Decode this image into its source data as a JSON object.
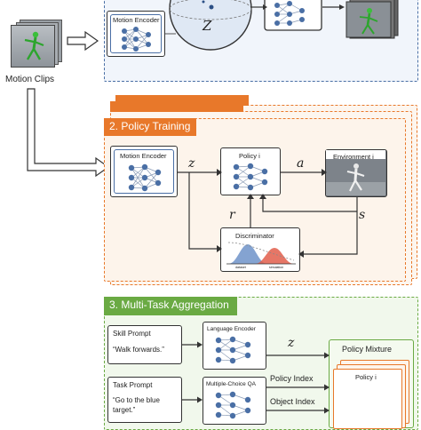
{
  "motion_clips_label": "Motion Clips",
  "section1": {
    "motion_encoder": "Motion Encoder",
    "latent_symbol": "Ζ"
  },
  "section2": {
    "title": "2. Policy Training",
    "motion_encoder": "Motion Encoder",
    "policy": "Policy i",
    "environment": "Environment i",
    "discriminator": "Discriminator",
    "disc_axis_left": "dataset",
    "disc_axis_right": "simulation",
    "z": "z",
    "a": "a",
    "r": "r",
    "s": "s"
  },
  "section3": {
    "title": "3. Multi-Task Aggregation",
    "skill_prompt_title": "Skill Prompt",
    "skill_prompt_text": "“Walk forwards.”",
    "task_prompt_title": "Task Prompt",
    "task_prompt_text_1": "“Go to the blue",
    "task_prompt_text_2": "target.”",
    "language_encoder": "Language Encoder",
    "multiple_choice_qa": "Multiple-Choice QA",
    "z": "z",
    "policy_index": "Policy Index",
    "object_index": "Object Index",
    "policy_mixture": "Policy Mixture",
    "policy": "Policy i"
  },
  "colors": {
    "blue": "#4a6fa5",
    "orange": "#e8782a",
    "green": "#6aaa43",
    "section1_bg": "#eef3fa",
    "section2_bg": "#fdf3ea",
    "section3_bg": "#eef6e8"
  }
}
